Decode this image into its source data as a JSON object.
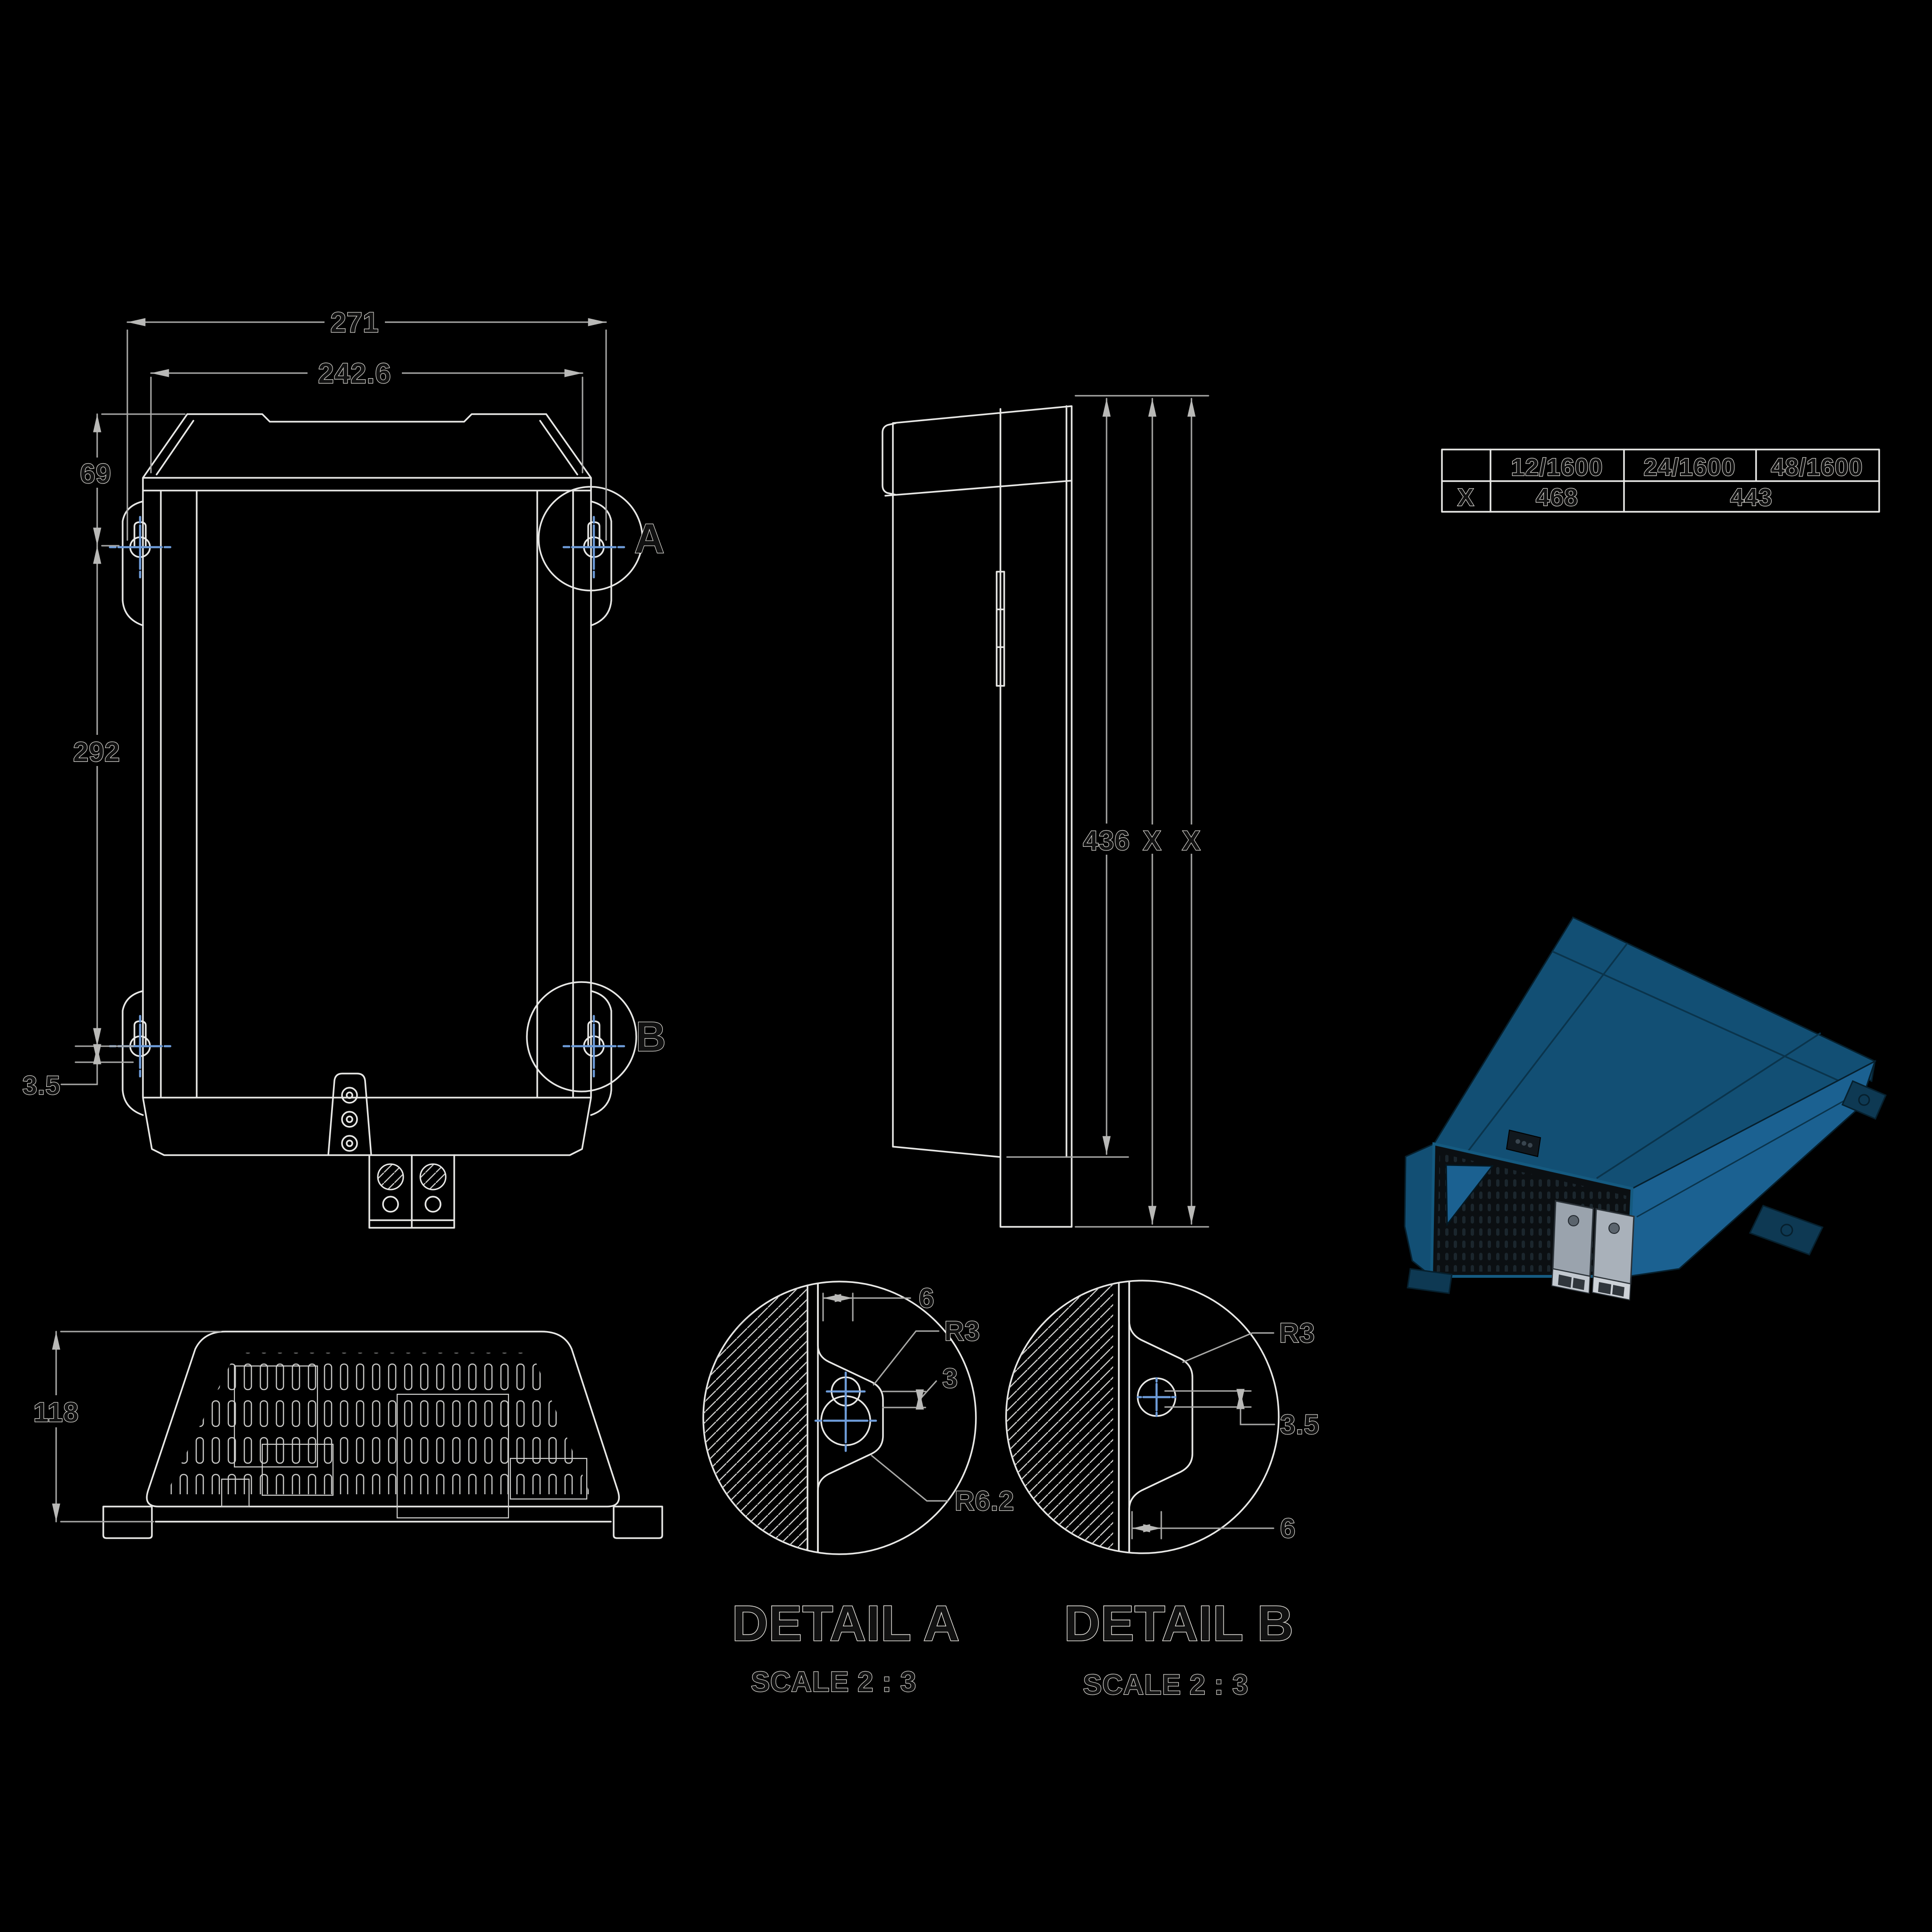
{
  "drawing": {
    "front_view": {
      "dim_overall_width": "271",
      "dim_body_width": "242.6",
      "dim_top_to_hole": "69",
      "dim_hole_spacing": "292",
      "dim_bottom_offset": "3.5",
      "callout_a": "A",
      "callout_b": "B"
    },
    "side_view": {
      "dim_body_height": "436",
      "dim_total_height": "X"
    },
    "bottom_view": {
      "dim_depth": "118"
    },
    "detail_a": {
      "title": "DETAIL A",
      "scale": "SCALE 2 : 3",
      "dim_tab_width": "6",
      "dim_corner_radius": "R3",
      "dim_edge_offset": "3",
      "dim_slot_radius": "R6.2"
    },
    "detail_b": {
      "title": "DETAIL B",
      "scale": "SCALE 2 : 3",
      "dim_corner_radius": "R3",
      "dim_edge_offset": "3.5",
      "dim_tab_width": "6"
    },
    "size_table": {
      "models": [
        "12/1600",
        "24/1600",
        "48/1600"
      ],
      "row_label": "X",
      "value_model_12": "468",
      "value_model_24_48": "443"
    },
    "colors": {
      "background": "#000000",
      "line": "#e8e8e6",
      "dim_line": "#a9a9a7",
      "center_mark_blue": "#6d9bd8",
      "device_top_blue": "#124f74",
      "device_side_blue": "#1b6191",
      "device_front_dark": "#0b0f12",
      "terminal_gray": "#9aa3ad"
    }
  }
}
